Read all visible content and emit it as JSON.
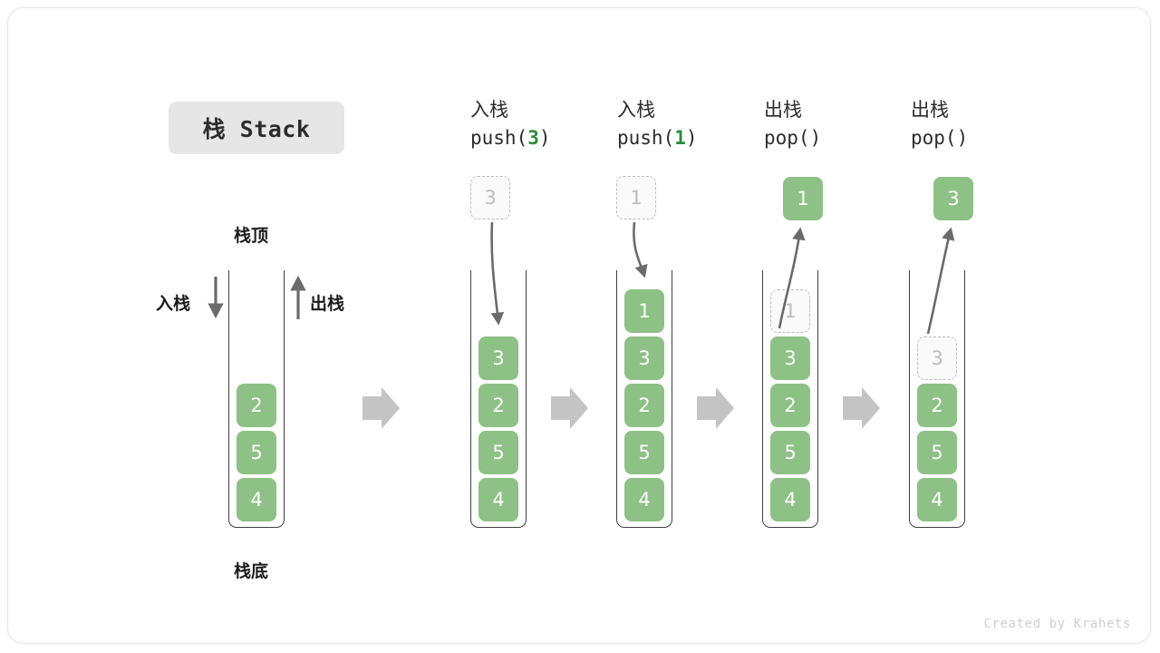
{
  "diagram": {
    "title_badge": "栈 Stack",
    "credit": "Created by Krahets",
    "colors": {
      "cell_fill": "#8dc185",
      "cell_text": "#ffffff",
      "ghost_fill": "#fafafa",
      "ghost_text": "#bdbdbd",
      "ghost_border": "#bdbdbd",
      "frame_border": "#3f3f3f",
      "arrow_gray": "#6b6b6b",
      "block_arrow": "#c4c4c4",
      "accent_green": "#2e8b3d",
      "badge_bg": "#e6e6e6"
    },
    "labels": {
      "top": "栈顶",
      "bottom": "栈底",
      "push": "入栈",
      "pop": "出栈"
    },
    "columns": [
      {
        "id": "initial",
        "header_line1": "",
        "header_line2": "",
        "header_num": "",
        "cells": [
          {
            "value": "2",
            "state": "solid"
          },
          {
            "value": "5",
            "state": "solid"
          },
          {
            "value": "4",
            "state": "solid"
          }
        ],
        "floating": null,
        "arrow": null
      },
      {
        "id": "push-3",
        "header_line1": "入栈",
        "header_line2_prefix": "push(",
        "header_num": "3",
        "header_line2_suffix": ")",
        "cells": [
          {
            "value": "3",
            "state": "solid"
          },
          {
            "value": "2",
            "state": "solid"
          },
          {
            "value": "5",
            "state": "solid"
          },
          {
            "value": "4",
            "state": "solid"
          }
        ],
        "floating": {
          "value": "3",
          "state": "ghost"
        },
        "arrow": "down"
      },
      {
        "id": "push-1",
        "header_line1": "入栈",
        "header_line2_prefix": "push(",
        "header_num": "1",
        "header_line2_suffix": ")",
        "cells": [
          {
            "value": "1",
            "state": "solid"
          },
          {
            "value": "3",
            "state": "solid"
          },
          {
            "value": "2",
            "state": "solid"
          },
          {
            "value": "5",
            "state": "solid"
          },
          {
            "value": "4",
            "state": "solid"
          }
        ],
        "floating": {
          "value": "1",
          "state": "ghost"
        },
        "arrow": "down"
      },
      {
        "id": "pop-1",
        "header_line1": "出栈",
        "header_line2_prefix": "pop(",
        "header_num": "",
        "header_line2_suffix": ")",
        "cells": [
          {
            "value": "1",
            "state": "ghost"
          },
          {
            "value": "3",
            "state": "solid"
          },
          {
            "value": "2",
            "state": "solid"
          },
          {
            "value": "5",
            "state": "solid"
          },
          {
            "value": "4",
            "state": "solid"
          }
        ],
        "floating": {
          "value": "1",
          "state": "solid"
        },
        "arrow": "up"
      },
      {
        "id": "pop-3",
        "header_line1": "出栈",
        "header_line2_prefix": "pop(",
        "header_num": "",
        "header_line2_suffix": ")",
        "cells": [
          {
            "value": "3",
            "state": "ghost"
          },
          {
            "value": "2",
            "state": "solid"
          },
          {
            "value": "5",
            "state": "solid"
          },
          {
            "value": "4",
            "state": "solid"
          }
        ],
        "floating": {
          "value": "3",
          "state": "solid"
        },
        "arrow": "up"
      }
    ],
    "step_arrows": 4
  }
}
